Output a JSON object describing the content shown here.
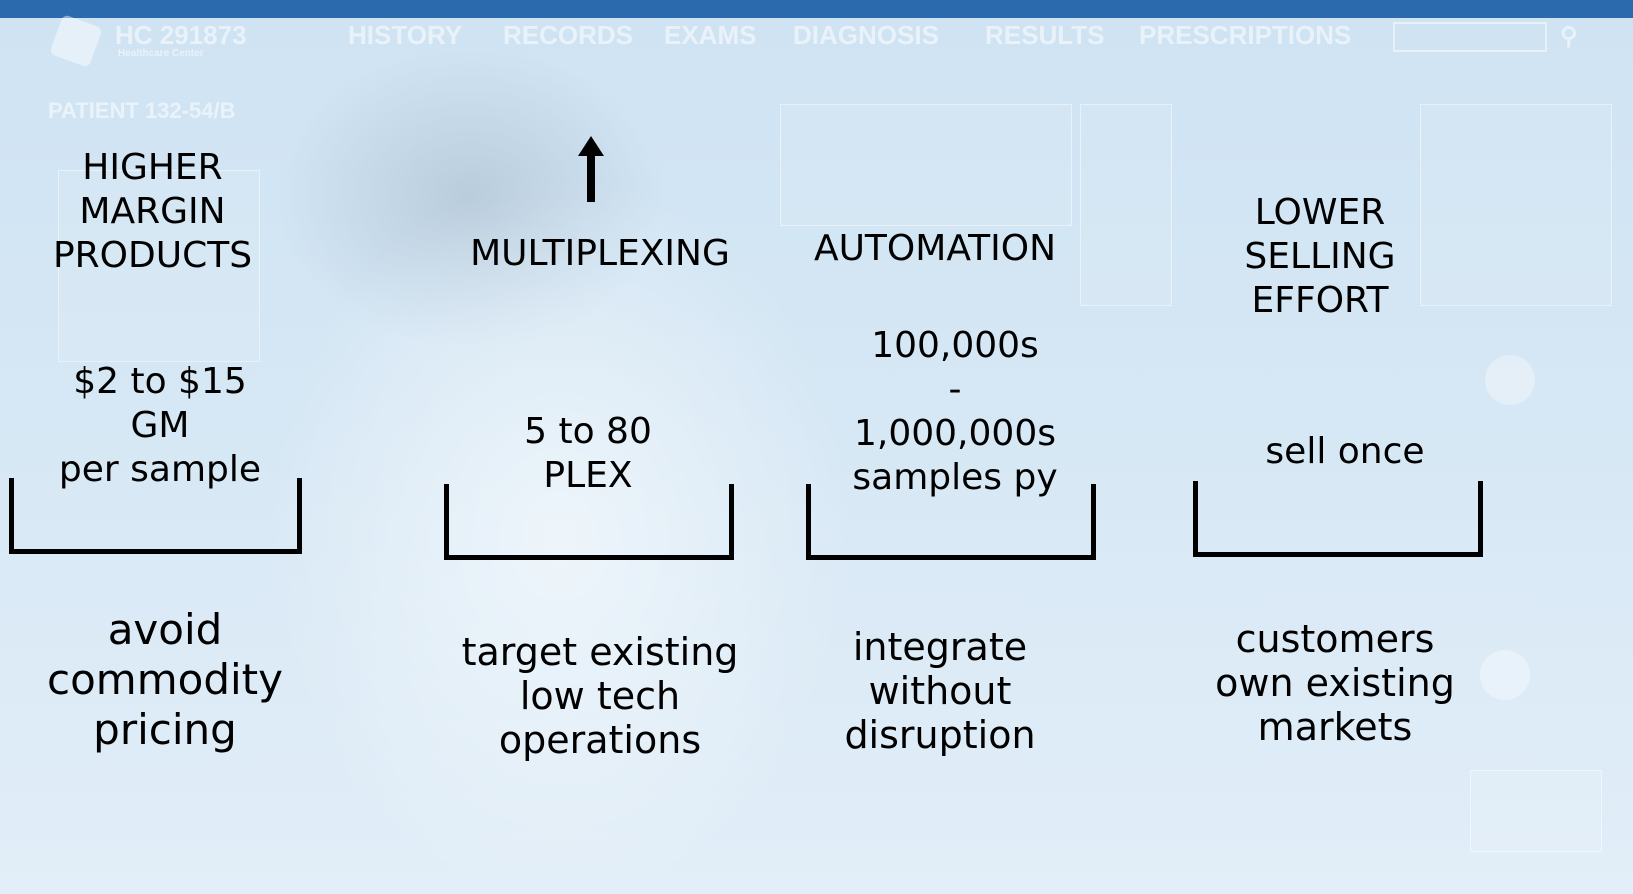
{
  "background": {
    "bar_color": "#2a6aad",
    "ghost": {
      "logo_text": "HC 291873",
      "logo_sub": "Healthcare Center",
      "nav_items": [
        "HISTORY",
        "RECORDS",
        "EXAMS",
        "DIAGNOSIS",
        "RESULTS",
        "PRESCRIPTIONS"
      ],
      "patient": "PATIENT 132-54/B",
      "search_icon": "search-icon"
    }
  },
  "arrow": {
    "icon": "arrow-up-icon"
  },
  "columns": [
    {
      "header": "HIGHER\nMARGIN\nPRODUCTS",
      "value": "$2 to $15\nGM\nper sample",
      "footer": "avoid\ncommodity\npricing"
    },
    {
      "header": "MULTIPLEXING",
      "value": "5 to 80\nPLEX",
      "footer": "target existing\nlow tech\noperations"
    },
    {
      "header": "AUTOMATION",
      "value": "100,000s\n-\n1,000,000s\nsamples py",
      "footer": "integrate\nwithout\ndisruption"
    },
    {
      "header": "LOWER\nSELLING\nEFFORT",
      "value": "sell once",
      "footer": "customers\nown existing\nmarkets"
    }
  ]
}
